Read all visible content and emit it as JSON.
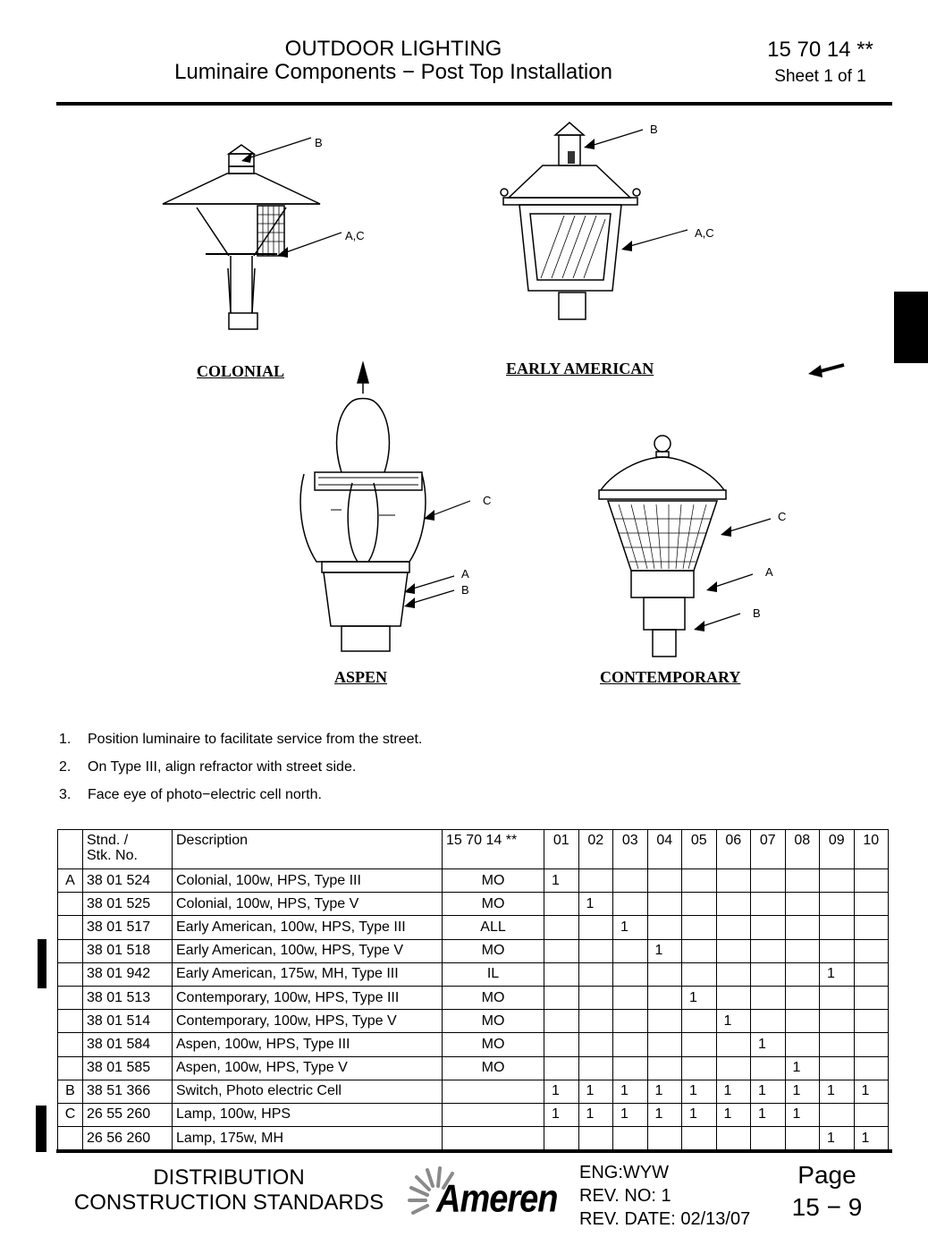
{
  "header": {
    "title_line1": "OUTDOOR LIGHTING",
    "title_line2": "Luminaire Components − Post Top Installation",
    "standard_no": "15 70 14 **",
    "sheet": "Sheet 1 of 1"
  },
  "figures": {
    "colonial": {
      "caption": "COLONIAL",
      "label_b": "B",
      "label_ac": "A,C"
    },
    "early_american": {
      "caption": "EARLY AMERICAN",
      "label_b": "B",
      "label_ac": "A,C"
    },
    "aspen": {
      "caption": "ASPEN",
      "label_c": "C",
      "label_a": "A",
      "label_b": "B"
    },
    "contemporary": {
      "caption": "CONTEMPORARY",
      "label_c": "C",
      "label_a": "A",
      "label_b": "B"
    }
  },
  "notes": [
    {
      "num": "1.",
      "text": "Position luminaire to facilitate service from the street."
    },
    {
      "num": "2.",
      "text": "On Type III, align refractor with street side."
    },
    {
      "num": "3.",
      "text": "Face eye of photo−electric cell north."
    }
  ],
  "table": {
    "headers": {
      "stock_line1": "Stnd. /",
      "stock_line2": "Stk. No.",
      "description": "Description",
      "code": "15 70 14 **",
      "cols": [
        "01",
        "02",
        "03",
        "04",
        "05",
        "06",
        "07",
        "08",
        "09",
        "10"
      ]
    },
    "rows": [
      {
        "letter": "A",
        "stock": "38  01 524",
        "description": "Colonial, 100w, HPS, Type III",
        "code": "MO",
        "qty": [
          "1",
          "",
          "",
          "",
          "",
          "",
          "",
          "",
          "",
          ""
        ]
      },
      {
        "letter": "",
        "stock": "38  01 525",
        "description": "Colonial, 100w, HPS, Type V",
        "code": "MO",
        "qty": [
          "",
          "1",
          "",
          "",
          "",
          "",
          "",
          "",
          "",
          ""
        ]
      },
      {
        "letter": "",
        "stock": "38  01 517",
        "description": "Early American, 100w, HPS, Type III",
        "code": "ALL",
        "qty": [
          "",
          "",
          "1",
          "",
          "",
          "",
          "",
          "",
          "",
          ""
        ]
      },
      {
        "letter": "",
        "stock": "38  01 518",
        "description": "Early American, 100w, HPS, Type V",
        "code": "MO",
        "qty": [
          "",
          "",
          "",
          "1",
          "",
          "",
          "",
          "",
          "",
          ""
        ]
      },
      {
        "letter": "",
        "stock": "38 01 942",
        "description": "Early American, 175w, MH, Type III",
        "code": "IL",
        "qty": [
          "",
          "",
          "",
          "",
          "",
          "",
          "",
          "",
          "1",
          ""
        ]
      },
      {
        "letter": "",
        "stock": "38  01 513",
        "description": "Contemporary, 100w, HPS, Type III",
        "code": "MO",
        "qty": [
          "",
          "",
          "",
          "",
          "1",
          "",
          "",
          "",
          "",
          ""
        ]
      },
      {
        "letter": "",
        "stock": "38  01 514",
        "description": "Contemporary, 100w, HPS, Type V",
        "code": "MO",
        "qty": [
          "",
          "",
          "",
          "",
          "",
          "1",
          "",
          "",
          "",
          ""
        ]
      },
      {
        "letter": "",
        "stock": "38  01 584",
        "description": "Aspen, 100w, HPS, Type III",
        "code": "MO",
        "qty": [
          "",
          "",
          "",
          "",
          "",
          "",
          "1",
          "",
          "",
          ""
        ]
      },
      {
        "letter": "",
        "stock": "38  01 585",
        "description": "Aspen, 100w, HPS, Type V",
        "code": "MO",
        "qty": [
          "",
          "",
          "",
          "",
          "",
          "",
          "",
          "1",
          "",
          ""
        ]
      },
      {
        "letter": "B",
        "stock": "38 51 366",
        "description": "Switch, Photo electric Cell",
        "code": "",
        "qty": [
          "1",
          "1",
          "1",
          "1",
          "1",
          "1",
          "1",
          "1",
          "1",
          "1"
        ]
      },
      {
        "letter": "C",
        "stock": "26 55 260",
        "description": "Lamp, 100w, HPS",
        "code": "",
        "qty": [
          "1",
          "1",
          "1",
          "1",
          "1",
          "1",
          "1",
          "1",
          "",
          ""
        ]
      },
      {
        "letter": "",
        "stock": "26 56 260",
        "description": "Lamp, 175w, MH",
        "code": "",
        "qty": [
          "",
          "",
          "",
          "",
          "",
          "",
          "",
          "",
          "1",
          "1"
        ]
      }
    ]
  },
  "footer": {
    "left_line1": "DISTRIBUTION",
    "left_line2": "CONSTRUCTION STANDARDS",
    "logo_text": "Ameren",
    "eng": "ENG:WYW",
    "rev_no": "REV. NO: 1",
    "rev_date": "REV. DATE: 02/13/07",
    "page_label": "Page",
    "page_no": "15 − 9"
  },
  "colors": {
    "ink": "#000000",
    "paper": "#ffffff",
    "logo_gray": "#8a8a8a"
  }
}
